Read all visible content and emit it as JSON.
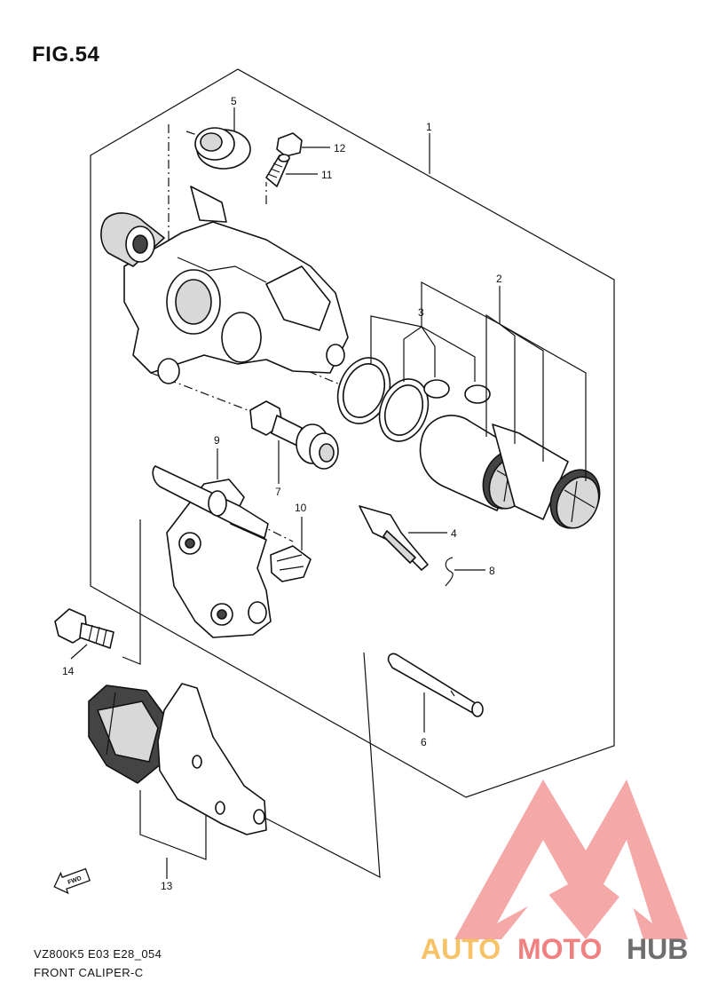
{
  "figure": {
    "title": "FIG.54"
  },
  "callouts": {
    "c1": "1",
    "c2": "2",
    "c3": "3",
    "c4": "4",
    "c5": "5",
    "c6": "6",
    "c7": "7",
    "c8": "8",
    "c9": "9",
    "c10": "10",
    "c11": "11",
    "c12": "12",
    "c13": "13",
    "c14": "14"
  },
  "direction_badge": "FWD",
  "footer": {
    "code": "VZ800K5 E03 E28_054",
    "caption": "FRONT CALIPER-C"
  },
  "watermark": {
    "brand": "AUTOMOTOHUB",
    "parts": [
      "AUTO",
      "MOTO",
      "HUB"
    ],
    "colors": {
      "auto": "#f5b94e",
      "moto": "#ef6a6a",
      "hub": "#555555",
      "logo": "#f28b8b"
    }
  }
}
